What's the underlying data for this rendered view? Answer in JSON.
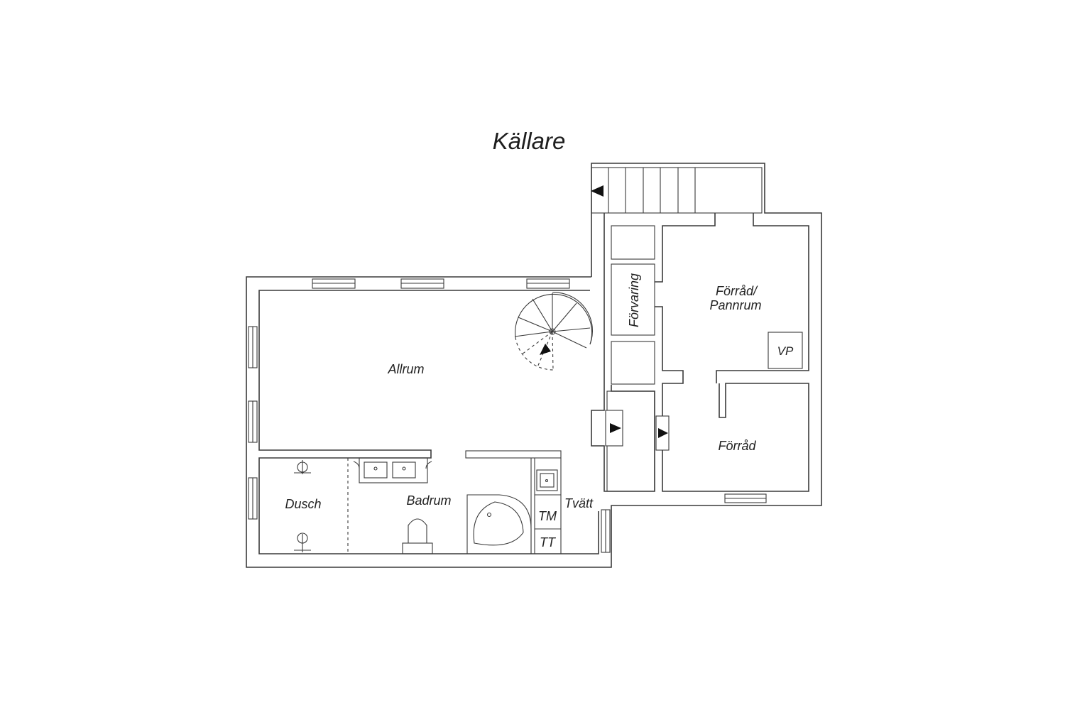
{
  "title": "Källare",
  "rooms": {
    "allrum": "Allrum",
    "forvaring": "Förvaring",
    "forrad_pannrum_line1": "Förråd/",
    "forrad_pannrum_line2": "Pannrum",
    "vp": "VP",
    "forrad": "Förråd",
    "dusch": "Dusch",
    "badrum": "Badrum",
    "tvatt": "Tvätt",
    "tm": "TM",
    "tt": "TT"
  },
  "colors": {
    "line": "#3a3a3a",
    "background": "#ffffff"
  }
}
